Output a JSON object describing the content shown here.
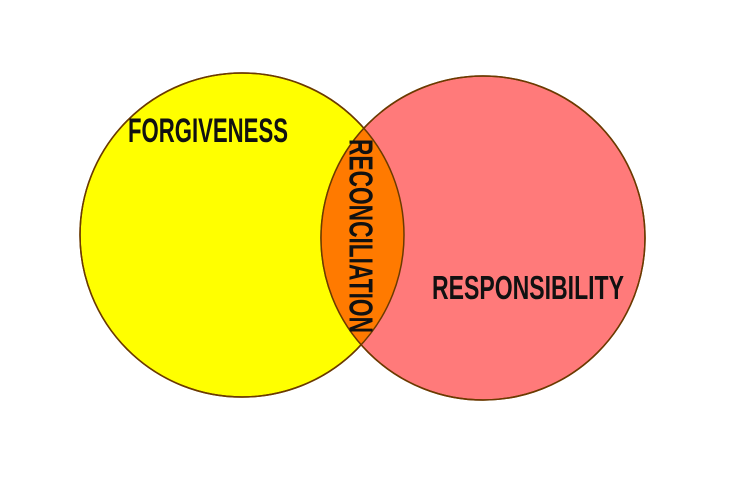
{
  "diagram": {
    "left_label": "FORGIVENESS",
    "right_label": "RESPONSIBILITY",
    "overlap_label": "RECONCILIATION",
    "colors": {
      "left_fill": "#FFFF00",
      "right_fill": "#FF7A7A",
      "overlap_fill": "#FF7A00",
      "outline": "#6B3A00",
      "text": "#111111",
      "background": "#FFFFFF"
    }
  }
}
